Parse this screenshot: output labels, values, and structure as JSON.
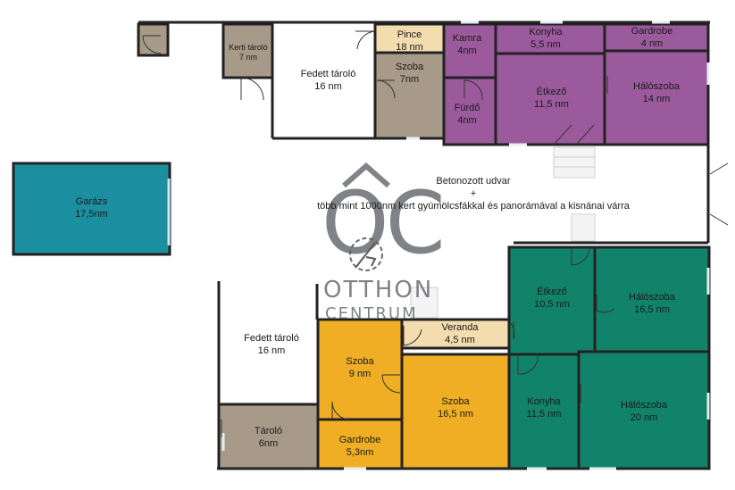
{
  "rooms": {
    "kerti_tarolo": {
      "name": "Kerti tároló",
      "area": "7 nm"
    },
    "fedett_tarolo_top": {
      "name": "Fedett tároló",
      "area": "16 nm"
    },
    "pince": {
      "name": "Pince",
      "area": "18 nm"
    },
    "szoba_top": {
      "name": "Szoba",
      "area": "7nm"
    },
    "kamra": {
      "name": "Kamra",
      "area": "4nm"
    },
    "konyha_top": {
      "name": "Konyha",
      "area": "5,5 nm"
    },
    "gardrobe_top": {
      "name": "Gardrobe",
      "area": "4 nm"
    },
    "furdo": {
      "name": "Fürdő",
      "area": "4nm"
    },
    "etkezo_top": {
      "name": "Étkező",
      "area": "11,5 nm"
    },
    "haloszoba_top": {
      "name": "Hálószoba",
      "area": "14 nm"
    },
    "garazs": {
      "name": "Garázs",
      "area": "17,5nm"
    },
    "etkezo_right": {
      "name": "Étkező",
      "area": "10,5 nm"
    },
    "haloszoba_right": {
      "name": "Hálószoba",
      "area": "16,5 nm"
    },
    "fedett_tarolo_bottom": {
      "name": "Fedett tároló",
      "area": "16 nm"
    },
    "veranda": {
      "name": "Veranda",
      "area": "4,5 nm"
    },
    "szoba_9": {
      "name": "Szoba",
      "area": "9 nm"
    },
    "szoba_165": {
      "name": "Szoba",
      "area": "16,5 nm"
    },
    "konyha_bottom": {
      "name": "Konyha",
      "area": "11,5 nm"
    },
    "haloszoba_bottom": {
      "name": "Hálószoba",
      "area": "20 nm"
    },
    "tarolo": {
      "name": "Tároló",
      "area": "6nm"
    },
    "gardrobe_bottom": {
      "name": "Gardrobe",
      "area": "5,3nm"
    }
  },
  "courtyard": {
    "line1": "Betonozott udvar",
    "line2": "+",
    "line3": "több mint 1000nm kert gyümölcsfákkal és panorámával a kisnánai várra"
  },
  "watermark": {
    "logo_letters": "OC",
    "line1": "OTTHON",
    "line2": "CENTRUM"
  },
  "colors": {
    "purple": "#9b5a9c",
    "green": "#11836a",
    "orange": "#efae24",
    "teal": "#1b8fa0",
    "taupe": "#a79a89",
    "cream": "#f3dcae",
    "wall": "#1f1f1f"
  }
}
